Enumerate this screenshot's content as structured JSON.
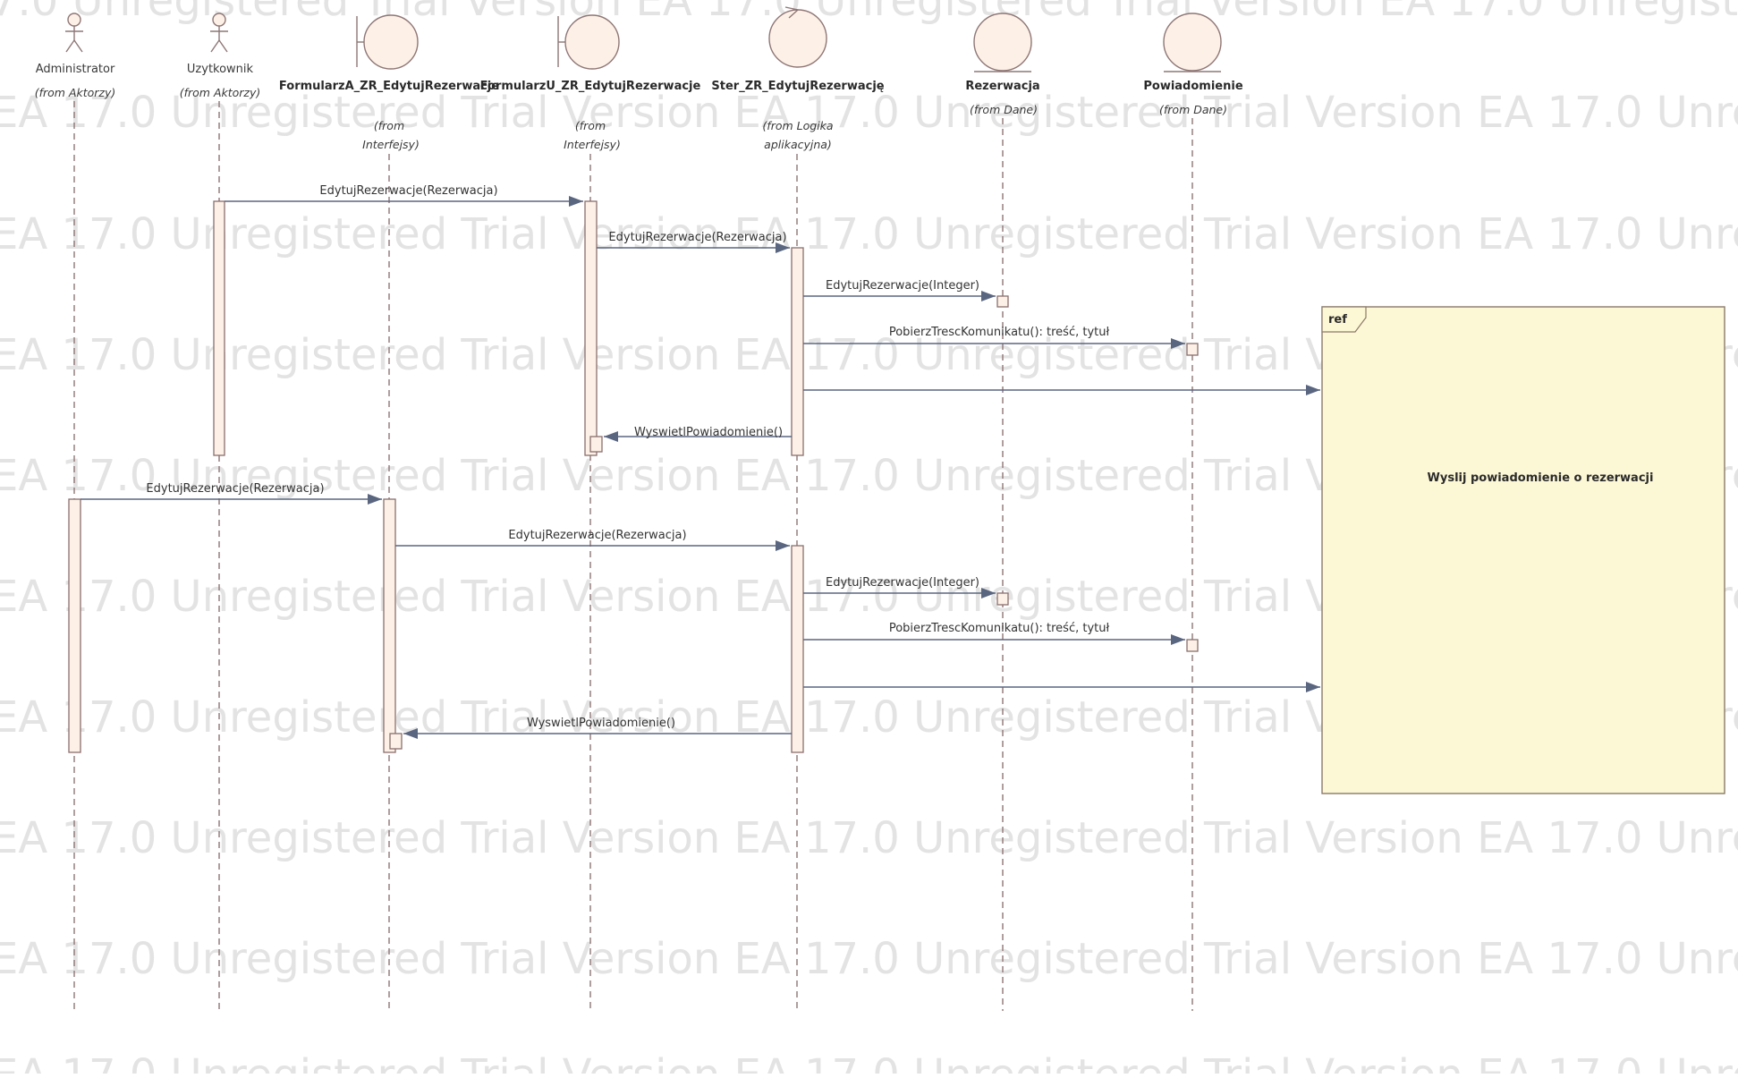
{
  "watermark": {
    "text": "EA 17.0 Unregistered Trial Version EA 17.0 Unregistered Trial Version EA 17.0 Unregistered Trial Version EA 17.0 Unregistered Trial Version"
  },
  "lifelines": [
    {
      "id": "administrator",
      "kind": "actor",
      "name": "Administrator",
      "from": [
        "(from Aktorzy)"
      ]
    },
    {
      "id": "uzytkownik",
      "kind": "actor",
      "name": "Uzytkownik",
      "from": [
        "(from Aktorzy)"
      ]
    },
    {
      "id": "formularza",
      "kind": "boundary",
      "name": "FormularzA_ZR_EdytujRezerwacje",
      "from": [
        "(from",
        "Interfejsy)"
      ]
    },
    {
      "id": "formularzu",
      "kind": "boundary",
      "name": "FormularzU_ZR_EdytujRezerwacje",
      "from": [
        "(from",
        "Interfejsy)"
      ]
    },
    {
      "id": "ster",
      "kind": "control",
      "name": "Ster_ZR_EdytujRezerwację",
      "from": [
        "(from Logika",
        "aplikacyjna)"
      ]
    },
    {
      "id": "rezerwacja",
      "kind": "entity",
      "name": "Rezerwacja",
      "from": [
        "(from Dane)"
      ]
    },
    {
      "id": "powiadomienie",
      "kind": "entity",
      "name": "Powiadomienie",
      "from": [
        "(from Dane)"
      ]
    }
  ],
  "messages": [
    {
      "label": "EdytujRezerwacje(Rezerwacja)",
      "from": "uzytkownik",
      "to": "formularzu",
      "direction": "right"
    },
    {
      "label": "EdytujRezerwacje(Rezerwacja)",
      "from": "formularzu",
      "to": "ster",
      "direction": "right"
    },
    {
      "label": "EdytujRezerwacje(Integer)",
      "from": "ster",
      "to": "rezerwacja",
      "direction": "right"
    },
    {
      "label": "PobierzTrescKomunikatu(): treść, tytuł",
      "from": "ster",
      "to": "powiadomienie",
      "direction": "right"
    },
    {
      "label": "",
      "from": "ster",
      "to": "ref",
      "direction": "right"
    },
    {
      "label": "WyswietlPowiadomienie()",
      "from": "ster",
      "to": "formularzu",
      "direction": "left"
    },
    {
      "label": "EdytujRezerwacje(Rezerwacja)",
      "from": "administrator",
      "to": "formularza",
      "direction": "right"
    },
    {
      "label": "EdytujRezerwacje(Rezerwacja)",
      "from": "formularza",
      "to": "ster",
      "direction": "right"
    },
    {
      "label": "EdytujRezerwacje(Integer)",
      "from": "ster",
      "to": "rezerwacja",
      "direction": "right"
    },
    {
      "label": "PobierzTrescKomunikatu(): treść, tytuł",
      "from": "ster",
      "to": "powiadomienie",
      "direction": "right"
    },
    {
      "label": "",
      "from": "ster",
      "to": "ref",
      "direction": "right"
    },
    {
      "label": "WyswietlPowiadomienie()",
      "from": "ster",
      "to": "formularza",
      "direction": "left"
    }
  ],
  "ref_frame": {
    "tag": "ref",
    "title": "Wyslij powiadomienie o rezerwacji"
  },
  "colors": {
    "activation_fill": "#fdf1e7",
    "ref_fill": "#fcf7d5",
    "arrow": "#5a6680",
    "lifeline": "#8f7676"
  }
}
